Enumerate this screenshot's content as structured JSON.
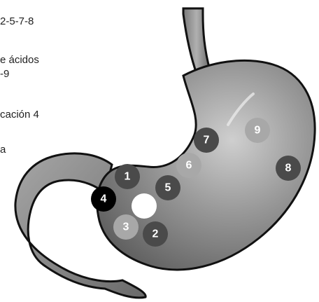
{
  "captions": [
    "2-5-7-8",
    "e ácidos",
    "-9",
    "cación 4",
    "a"
  ],
  "markers": [
    {
      "label": "1",
      "fill": "#4a4a4a",
      "text_color": "#ffffff"
    },
    {
      "label": "2",
      "fill": "#4a4a4a",
      "text_color": "#ffffff"
    },
    {
      "label": "3",
      "fill": "#a8a8a8",
      "text_color": "#ffffff"
    },
    {
      "label": "4",
      "fill": "#000000",
      "text_color": "#ffffff"
    },
    {
      "label": "5",
      "fill": "#4a4a4a",
      "text_color": "#ffffff"
    },
    {
      "label": "6",
      "fill": "#a8a8a8",
      "text_color": "#ffffff"
    },
    {
      "label": "7",
      "fill": "#4a4a4a",
      "text_color": "#ffffff"
    },
    {
      "label": "8",
      "fill": "#4a4a4a",
      "text_color": "#ffffff"
    },
    {
      "label": "9",
      "fill": "#a8a8a8",
      "text_color": "#ffffff"
    },
    {
      "label": "",
      "fill": "#ffffff",
      "text_color": "#ffffff"
    }
  ],
  "colors": {
    "outline": "#111111",
    "stomach_fill": "#8a8a8a",
    "duodenum_fill": "#8f8f8f",
    "highlight": "#e8e8e8"
  },
  "icons": [
    "stomach-illustration",
    "duodenum-illustration",
    "esophagus-illustration"
  ]
}
